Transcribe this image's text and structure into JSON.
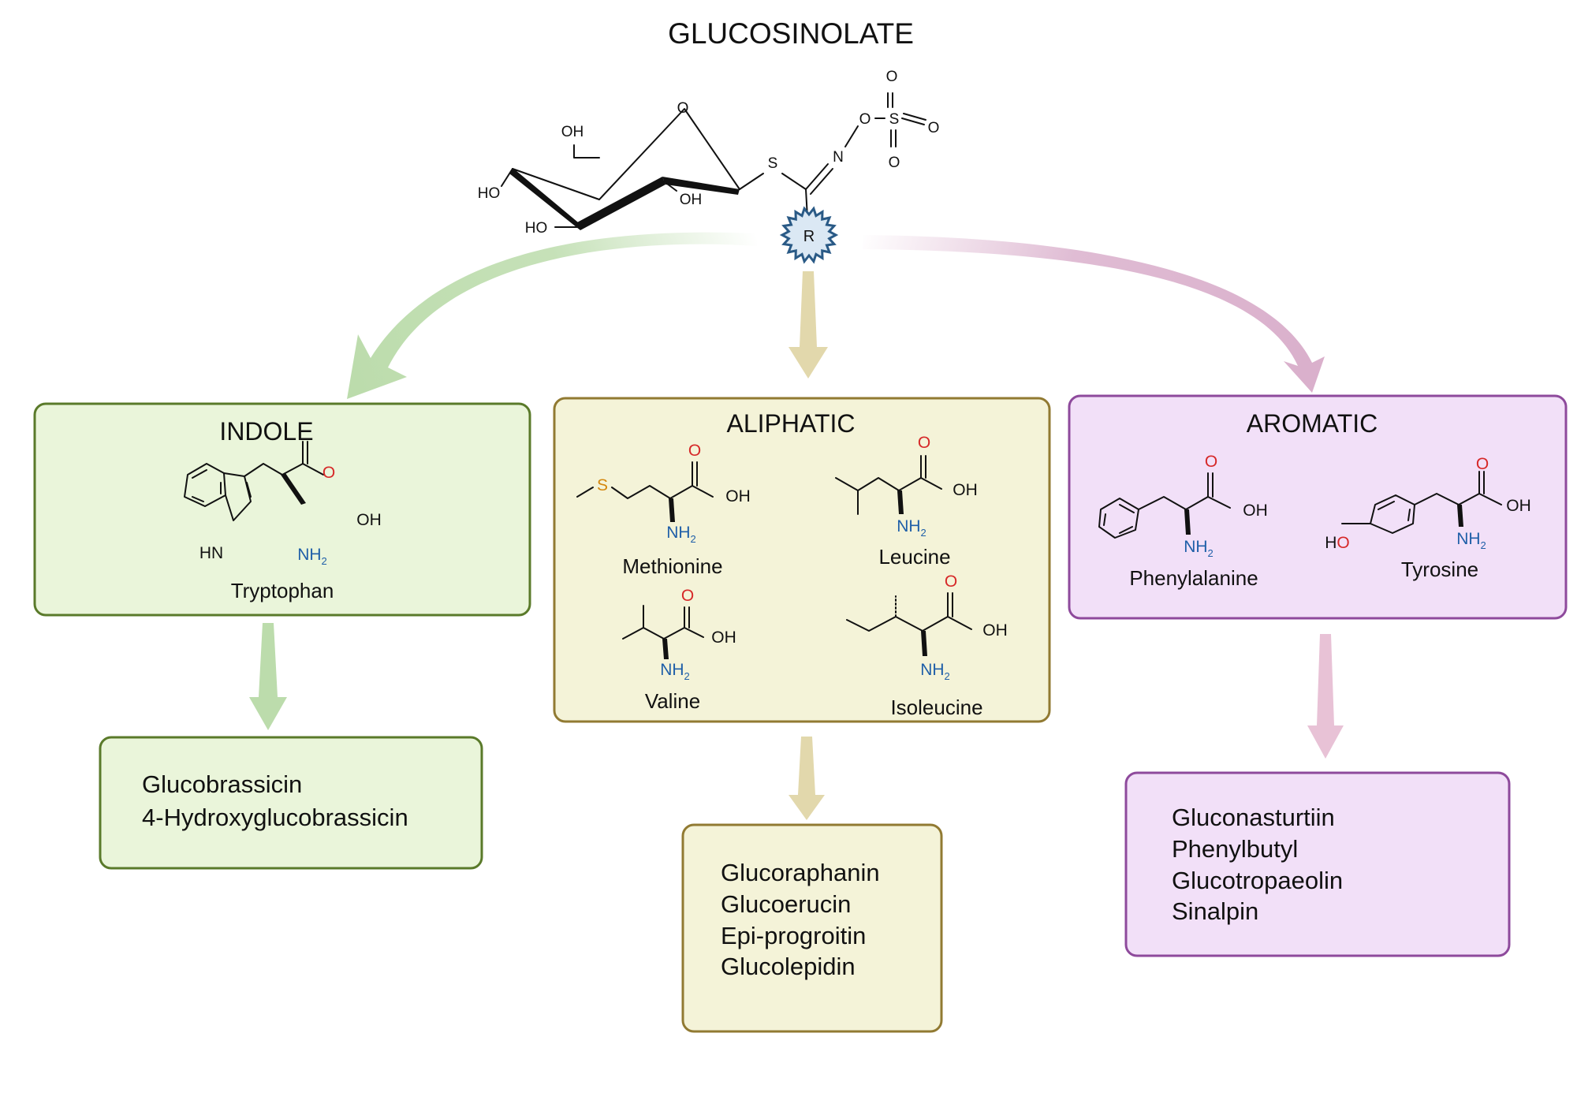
{
  "title": "GLUCOSINOLATE",
  "glucosinolate": {
    "ring_atoms": [
      "O",
      "OH",
      "HO",
      "OH",
      "HO"
    ],
    "linker_atoms": [
      "S",
      "N",
      "O",
      "S",
      "O",
      "O",
      "O"
    ],
    "r_group": "R"
  },
  "atoms": {
    "oxygen": "O",
    "hydroxyl": "OH",
    "hydroxyl_reverse": "HO",
    "amine": "NH",
    "amine_sub": "2",
    "ring_nh": "HN",
    "sulfur": "S"
  },
  "categories": {
    "indole": {
      "title": "INDOLE",
      "color": "#5a7a2a",
      "fill": "#eaf5da",
      "arrow": "#bcdcac",
      "amino_acids": [
        "Tryptophan"
      ],
      "products": [
        "Glucobrassicin",
        "4-Hydroxyglucobrassicin"
      ]
    },
    "aliphatic": {
      "title": "ALIPHATIC",
      "color": "#917a32",
      "fill": "#f4f3d8",
      "arrow": "#e2d8ac",
      "amino_acids": [
        "Methionine",
        "Leucine",
        "Valine",
        "Isoleucine"
      ],
      "products": [
        "Glucoraphanin",
        "Glucoerucin",
        "Epi-progroitin",
        "Glucolepidin"
      ]
    },
    "aromatic": {
      "title": "AROMATIC",
      "color": "#8e4a9c",
      "fill": "#f2e0f8",
      "arrow": "#dab0cc",
      "amino_acids": [
        "Phenylalanine",
        "Tyrosine"
      ],
      "products": [
        "Gluconasturtiin",
        "Phenylbutyl",
        "Glucotropaeolin",
        "Sinalpin"
      ]
    }
  },
  "colors": {
    "oxygen": "#d62828",
    "nitrogen": "#1f5fa8",
    "sulfur": "#d4880f",
    "r_fill": "#dbe8f4",
    "r_stroke": "#2a5a86"
  }
}
